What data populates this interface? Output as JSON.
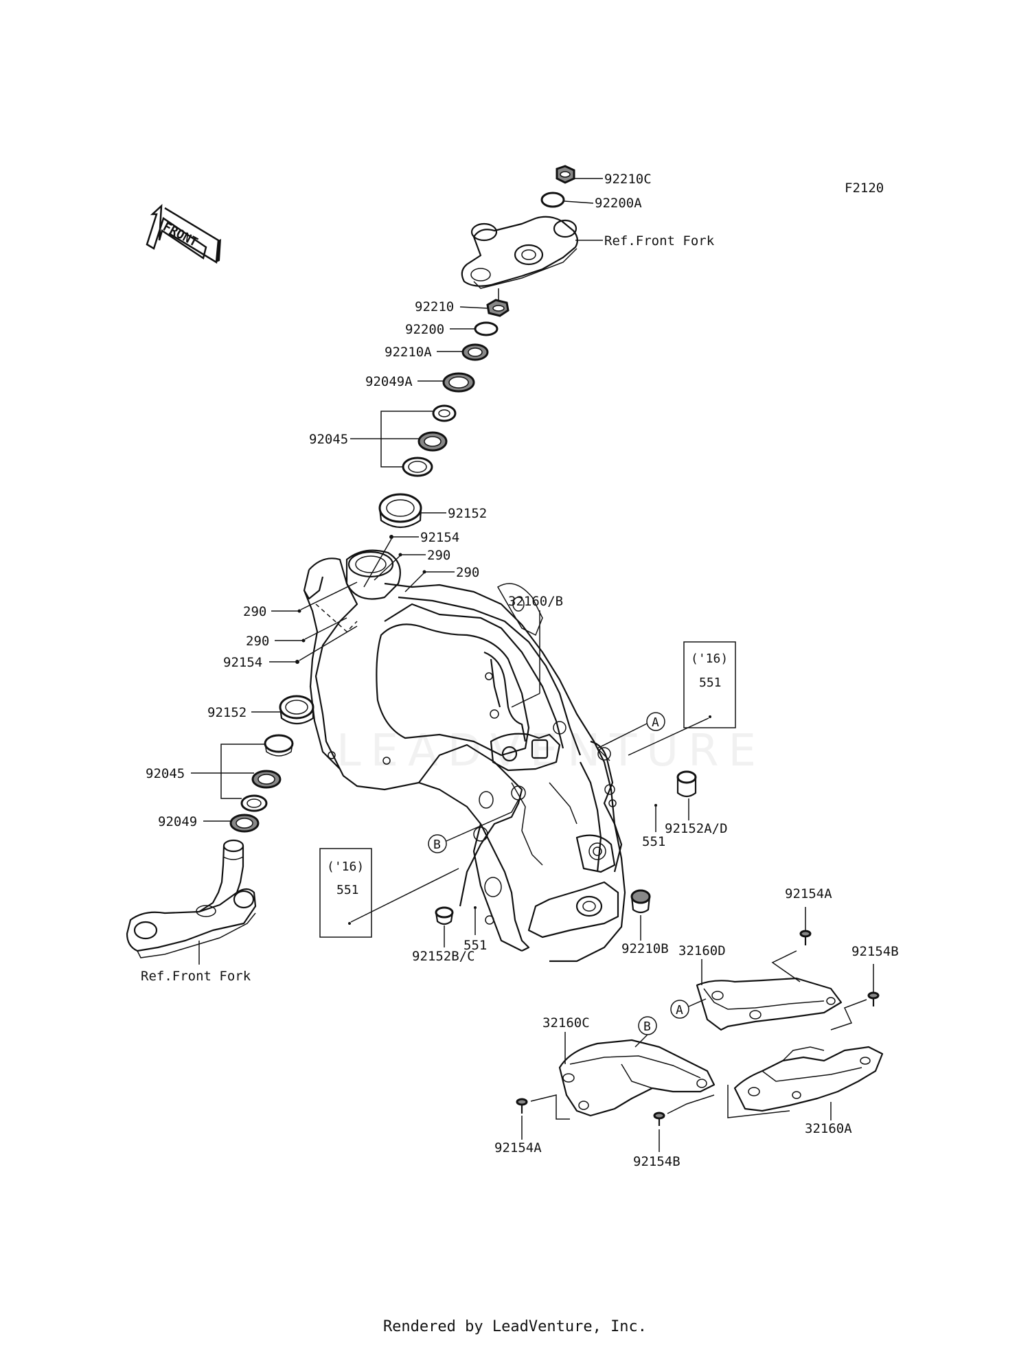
{
  "diagram_code": "F2120",
  "front_arrow_text": "FRONT",
  "footer": "Rendered by LeadVenture, Inc.",
  "watermark": "LEADVENTURE",
  "callouts": {
    "n92210C": "92210C",
    "n92200A": "92200A",
    "ref_front_fork_top": "Ref.Front Fork",
    "n92210": "92210",
    "n92200": "92200",
    "n92210A": "92210A",
    "n92049A": "92049A",
    "n92045_top": "92045",
    "n92152_top": "92152",
    "n92154_top": "92154",
    "n290_a": "290",
    "n290_b": "290",
    "n290_c": "290",
    "n290_d": "290",
    "n92154_left": "92154",
    "n32160B": "32160/B",
    "n92152_bottom": "92152",
    "n92045_bottom": "92045",
    "n92049": "92049",
    "ref_front_fork_bottom": "Ref.Front Fork",
    "box_year_right": "('16)",
    "box_part_right": "551",
    "box_year_left": "('16)",
    "box_part_left": "551",
    "marker_a_frame": "A",
    "marker_b_frame": "B",
    "n92152AD": "92152A/D",
    "n551_right": "551",
    "n92210B": "92210B",
    "n92152BC": "92152B/C",
    "n551_bottom": "551",
    "n92154A_top": "92154A",
    "n32160D": "32160D",
    "n92154B_top": "92154B",
    "marker_a_cover": "A",
    "n32160C": "32160C",
    "marker_b_cover": "B",
    "n92154A_bottom": "92154A",
    "n92154B_bottom": "92154B",
    "n32160A": "32160A"
  }
}
